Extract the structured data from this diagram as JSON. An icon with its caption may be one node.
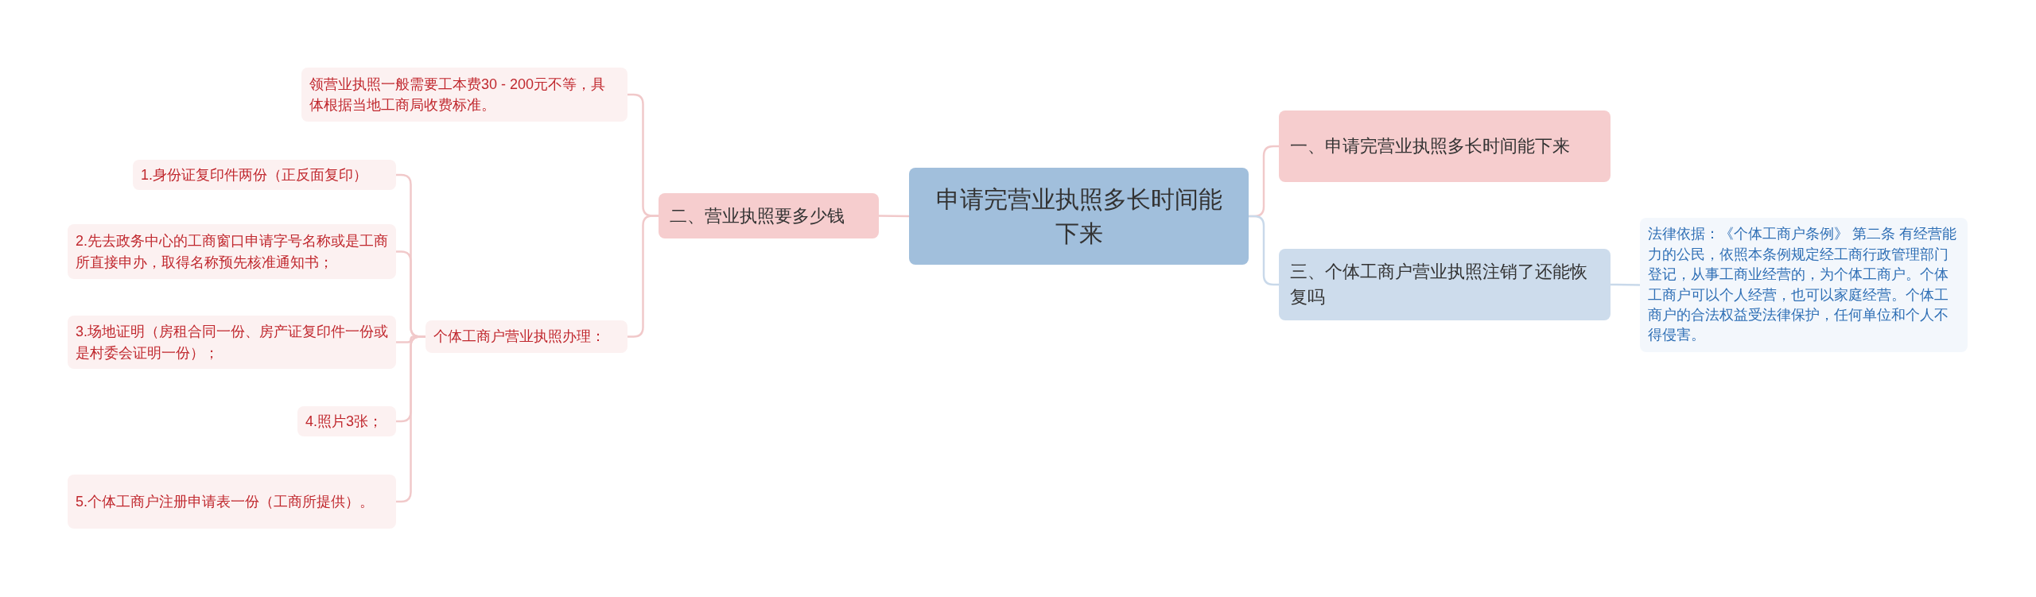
{
  "diagram": {
    "nodes": [
      {
        "text": [
          "申请完营业执照多长时间能下来"
        ]
      },
      {
        "text": [
          "二、营业执照要多少钱"
        ]
      },
      {
        "text": [
          "领营业执照一般需要工本费30 - 200元不等，具体根据当地工商局收费标准。"
        ]
      },
      {
        "text": [
          "个体工商户营业执照办理："
        ]
      },
      {
        "text": [
          "1.身份证复印件两份（正反面复印）"
        ]
      },
      {
        "text": [
          "2.先去政务中心的工商窗口申请字号名称或是工商所直接申办，取得名称预先核准通知书；"
        ]
      },
      {
        "text": [
          "3.场地证明（房租合同一份、房产证复印件一份或是村委会证明一份）；"
        ]
      },
      {
        "text": [
          "4.照片3张；"
        ]
      },
      {
        "text": [
          "5.个体工商户注册申请表一份（工商所提供）。"
        ]
      },
      {
        "text": [
          "一、申请完营业执照多长时间能下来"
        ]
      },
      {
        "text": [
          "三、个体工商户营业执照注销了还能恢复吗"
        ]
      },
      {
        "text": [
          "法律依据：《个体工商户条例》 第二条 有经营能力的公民，依照本条例规定经工商行政管理部门登记，从事工商业经营的，为个体工商户。个体工商户可以个人经营，也可以家庭经营。个体工商户的合法权益受法律保护，任何单位和个人不得侵害。"
        ]
      }
    ],
    "edges": [
      {
        "from": 0,
        "to": 1,
        "arrow": "none"
      },
      {
        "from": 1,
        "to": 2,
        "arrow": "none"
      },
      {
        "from": 1,
        "to": 3,
        "arrow": "none"
      },
      {
        "from": 3,
        "to": 4,
        "arrow": "none"
      },
      {
        "from": 3,
        "to": 5,
        "arrow": "none"
      },
      {
        "from": 3,
        "to": 6,
        "arrow": "none"
      },
      {
        "from": 3,
        "to": 7,
        "arrow": "none"
      },
      {
        "from": 3,
        "to": 8,
        "arrow": "none"
      },
      {
        "from": 0,
        "to": 9,
        "arrow": "none"
      },
      {
        "from": 0,
        "to": 10,
        "arrow": "none",
        "color": "#c9d9ea"
      },
      {
        "from": 10,
        "to": 11,
        "arrow": "none",
        "color": "#c9d9ea"
      }
    ]
  }
}
